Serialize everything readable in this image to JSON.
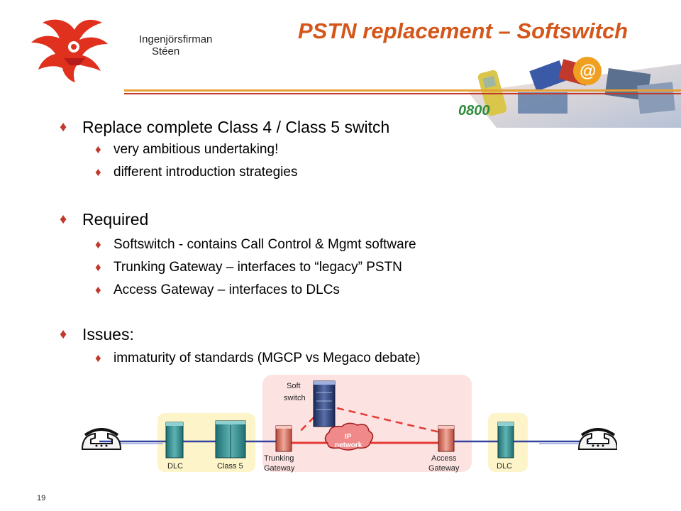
{
  "header": {
    "company_line1": "Ingenjörsfirman",
    "company_line2": "Stéen",
    "title": "PSTN replacement – Softswitch"
  },
  "bullets": [
    {
      "text": "Replace complete Class 4 / Class 5 switch",
      "sub": [
        "very ambitious undertaking!",
        "different introduction strategies"
      ]
    },
    {
      "text": "Required",
      "sub": [
        "Softswitch - contains Call Control & Mgmt software",
        "Trunking Gateway – interfaces to “legacy” PSTN",
        "Access Gateway – interfaces to DLCs"
      ]
    },
    {
      "text": "Issues:",
      "sub": [
        "immaturity of standards (MGCP vs Megaco debate)"
      ]
    }
  ],
  "diagram": {
    "softswitch_line1": "Soft",
    "softswitch_line2": "switch",
    "ip_line1": "IP",
    "ip_line2": "network",
    "dlc_left": "DLC",
    "class5": "Class 5",
    "trunking_line1": "Trunking",
    "trunking_line2": "Gateway",
    "access_line1": "Access",
    "access_line2": "Gateway",
    "dlc_right": "DLC"
  },
  "page_number": "19",
  "colors": {
    "title": "#d4561a",
    "bullet": "#c0392b",
    "pink_zone": "#fde2e2",
    "yellow_zone": "#fdf5c9",
    "blue_line": "#3343a0",
    "red_line": "#e53935"
  }
}
